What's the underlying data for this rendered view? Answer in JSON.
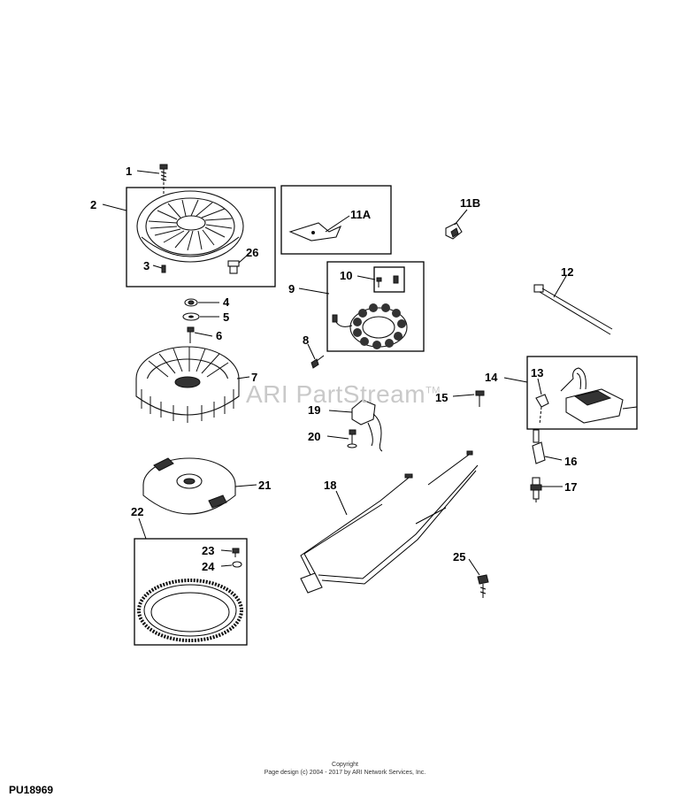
{
  "diagram": {
    "watermark": "ARI PartStream",
    "watermark_mark": "TM",
    "copyright_line1": "Copyright",
    "copyright_line2": "Page design (c) 2004 - 2017 by ARI Network Services, Inc.",
    "diagram_id": "PU18969",
    "callouts": [
      "1",
      "2",
      "3",
      "26",
      "11A",
      "11B",
      "9",
      "10",
      "12",
      "4",
      "5",
      "6",
      "8",
      "7",
      "14",
      "13",
      "15",
      "19",
      "20",
      "16",
      "21",
      "17",
      "18",
      "22",
      "23",
      "24",
      "25"
    ]
  }
}
